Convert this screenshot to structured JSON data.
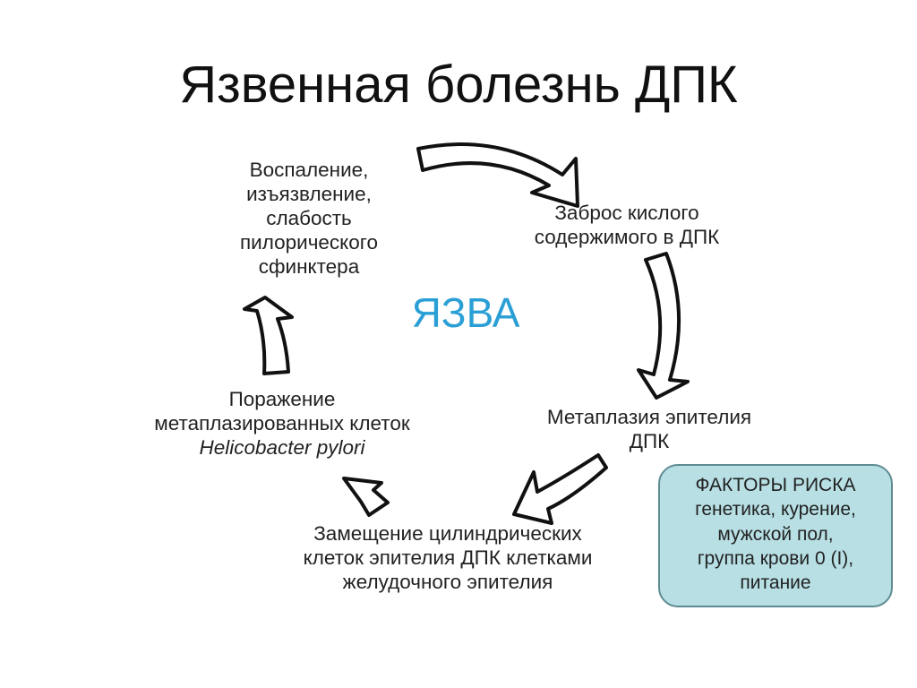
{
  "title": "Язвенная болезнь ДПК",
  "center_label": "ЯЗВА",
  "nodes": {
    "inflammation": [
      "Воспаление,",
      "изъязвление,",
      "слабость",
      "пилорического",
      "сфинктера"
    ],
    "reflux": [
      "Заброс кислого",
      "содержимого в ДПК"
    ],
    "metaplasia": [
      "Метаплазия эпителия",
      "ДПК"
    ],
    "replacement": [
      "Замещение цилиндрических",
      "клеток эпителия ДПК клетками",
      "желудочного эпителия"
    ],
    "lesion": [
      "Поражение",
      "метаплазированных клеток",
      "Helicobacter pylori"
    ]
  },
  "risk_factors": {
    "heading": "ФАКТОРЫ РИСКА",
    "lines": [
      "генетика, курение,",
      "мужской пол,",
      "группа крови 0 (I),",
      "питание"
    ]
  },
  "colors": {
    "accent": "#2a9fd6",
    "risk_box_fill": "#b7dfe4",
    "risk_box_border": "#5f8c93"
  }
}
